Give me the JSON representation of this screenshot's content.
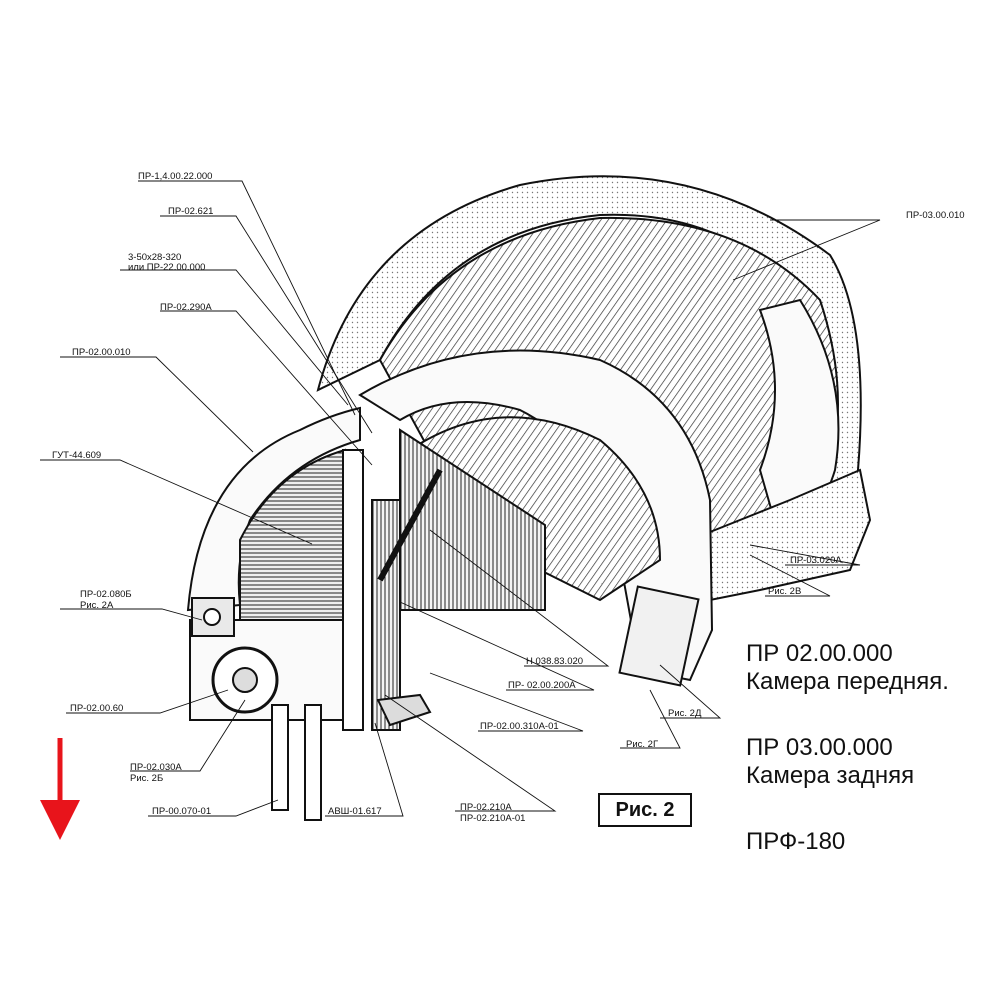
{
  "callouts": {
    "c1": "ПР-1,4.00.22.000",
    "c2": "ПР-02.621",
    "c3a": "3-50x28-320",
    "c3b": "или ПР-22.00.000",
    "c4": "ПР-02.290А",
    "c5": "ПР-02.00.010",
    "c6": "ГУТ-44.609",
    "c7a": "ПР-02.080Б",
    "c7b": "Рис. 2А",
    "c8": "ПР-02.00.60",
    "c9a": "ПР-02.030А",
    "c9b": "Рис. 2Б",
    "c10": "ПР-00.070-01",
    "c11": "АВШ-01.617",
    "c12a": "ПР-02.210А",
    "c12b": "ПР-02.210А-01",
    "c13": "ПР-02.00.310А-01",
    "c14": "ПР- 02.00.200А",
    "c15": "Н 038.83.020",
    "c16": "ПР-03.00.010",
    "c17": "ПР-03.020А",
    "c18": "Рис. 2В",
    "c19": "Рис. 2Д",
    "c20": "Рис. 2Г"
  },
  "figure_label": "Рис. 2",
  "title_block": {
    "front_code": "ПР 02.00.000",
    "front_name": "Камера передняя.",
    "rear_code": "ПР 03.00.000",
    "rear_name": "Камера задняя",
    "model": "ПРФ-180"
  },
  "colors": {
    "arrow": "#e8141b",
    "ink": "#111111"
  }
}
